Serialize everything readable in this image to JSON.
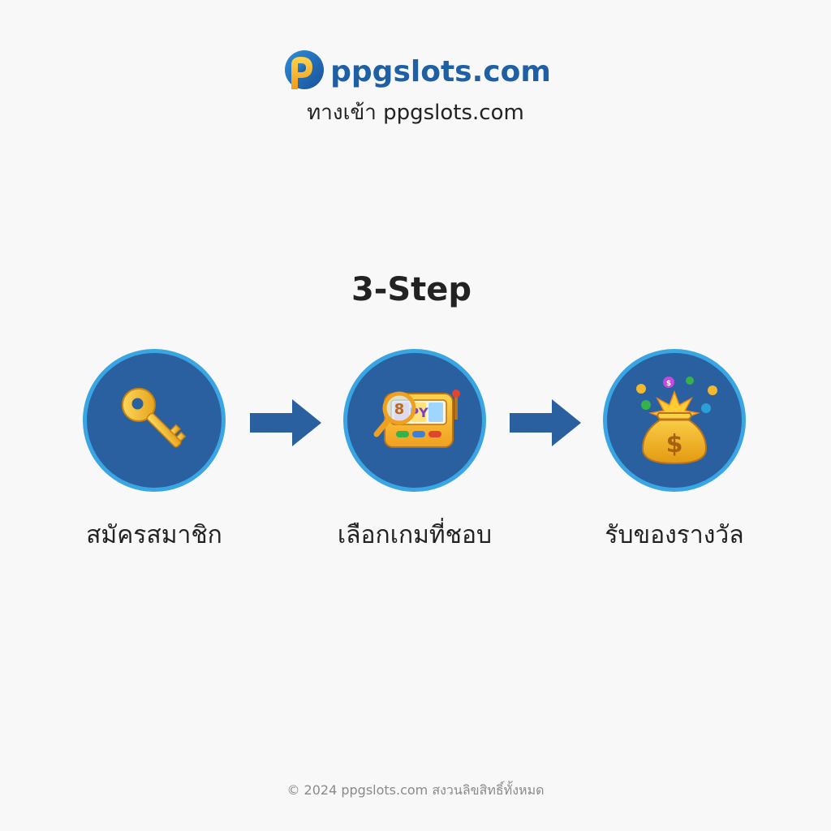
{
  "header": {
    "brand_name": "ppgslots.com",
    "tagline": "ทางเข้า ppgslots.com"
  },
  "main": {
    "title": "3-Step",
    "steps": [
      {
        "label": "สมัครสมาชิก",
        "icon": "key-icon"
      },
      {
        "label": "เลือกเกมที่ชอบ",
        "icon": "slot-machine-search-icon"
      },
      {
        "label": "รับของรางวัล",
        "icon": "money-bag-icon"
      }
    ]
  },
  "footer": {
    "copyright": "© 2024 ppgslots.com สงวนลิขสิทธิ์ทั้งหมด"
  },
  "colors": {
    "brand": "#1f5fa3",
    "circle_fill": "#2a5fa0",
    "circle_border": "#3aa5e3",
    "arrow": "#2a5fa0",
    "gold": "#f2b82e"
  }
}
